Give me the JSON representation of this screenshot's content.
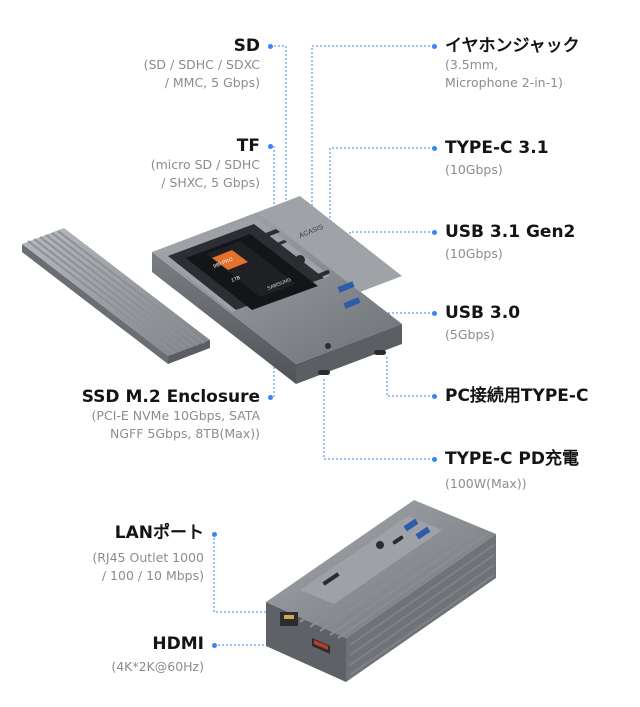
{
  "callouts": {
    "sd": {
      "title": "SD",
      "sub": [
        "(SD / SDHC / SDXC",
        "/ MMC, 5 Gbps)"
      ]
    },
    "tf": {
      "title": "TF",
      "sub": [
        "(micro SD / SDHC",
        "/ SHXC, 5 Gbps)"
      ]
    },
    "ssd": {
      "title": "SSD M.2 Enclosure",
      "sub": [
        "(PCI-E NVMe 10Gbps, SATA",
        "NGFF 5Gbps, 8TB(Max))"
      ]
    },
    "lan": {
      "title": "LANポート",
      "sub": [
        "(RJ45 Outlet 1000",
        "/ 100 / 10 Mbps)"
      ]
    },
    "hdmi": {
      "title": "HDMI",
      "sub": [
        "(4K*2K@60Hz)"
      ]
    },
    "earphone": {
      "title": "イヤホンジャック",
      "sub": [
        "(3.5mm,",
        "Microphone 2-in-1)"
      ]
    },
    "typec31": {
      "title": "TYPE-C 3.1",
      "sub": [
        "(10Gbps)"
      ]
    },
    "usb31": {
      "title": "USB 3.1 Gen2",
      "sub": [
        "(10Gbps)"
      ]
    },
    "usb30": {
      "title": "USB 3.0",
      "sub": [
        "(5Gbps)"
      ]
    },
    "pc": {
      "title": "PC接続用TYPE-C",
      "sub": []
    },
    "pd": {
      "title": "TYPE-C PD充電",
      "sub": [
        "(100W(Max))"
      ]
    }
  },
  "device": {
    "brand": "ACASIS",
    "ssd_label": "SAMSUNG",
    "ssd_model": "980 PRO",
    "ssd_capacity": "1TB"
  },
  "colors": {
    "accent": "#3b82f6",
    "housing": "#8e9196",
    "housing_dark": "#5f6368"
  }
}
